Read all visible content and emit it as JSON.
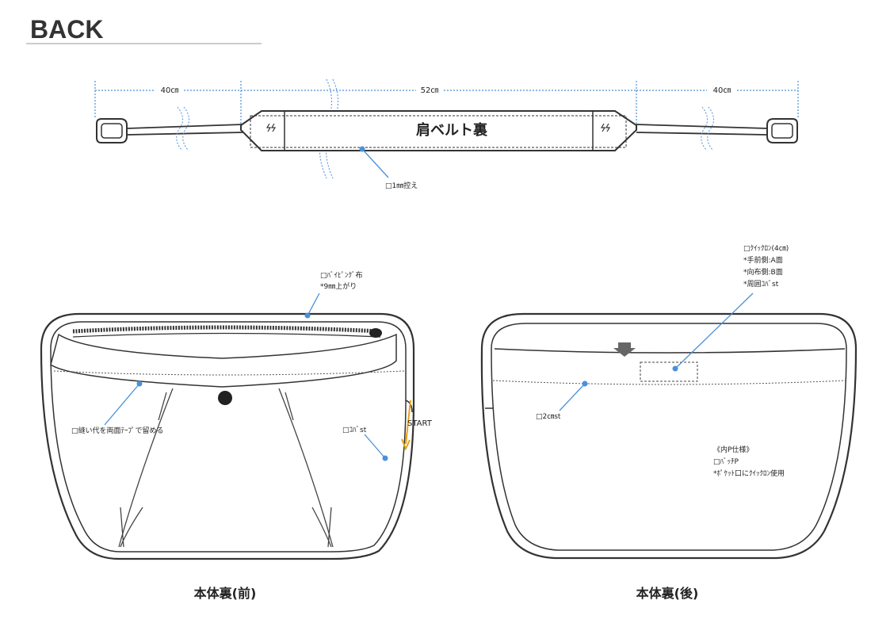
{
  "header": {
    "title": "BACK"
  },
  "strap": {
    "left_length": "40㎝",
    "center_length": "52㎝",
    "right_length": "40㎝",
    "belt_label": "肩ベルト裏",
    "note": "□1㎜控え"
  },
  "front_view": {
    "caption": "本体裏(前)",
    "piping_note": "□ﾊﾞｲﾋﾟﾝｸﾞ布",
    "piping_finish": "*9㎜上がり",
    "seam_note": "□縫い代を両面ﾃｰﾌﾟで留める",
    "edge_note": "□ｺﾊﾞst",
    "start_label": "START"
  },
  "back_view": {
    "caption": "本体裏(後)",
    "velcro_note": "□ｸｲｯｸﾛﾝ(4㎝)",
    "velcro_detail_1": "*手前側:A面",
    "velcro_detail_2": "*向布側:B面",
    "velcro_detail_3": "*周囲ｺﾊﾞst",
    "stitch_note": "□2㎝st",
    "spec_title": "《内P仕様》",
    "spec_item": "□ﾊﾞｯﾁP",
    "spec_detail": "*ﾎﾟｹｯﾄ口にｸｲｯｸﾛﾝ使用"
  },
  "colors": {
    "line": "#333333",
    "dimension": "#4a90d9",
    "callout_dot": "#4a90d9",
    "start_arrow": "#e8a317",
    "divider": "#bbbbbb"
  },
  "icons": [
    "callout-dot",
    "start-arrow",
    "down-arrow-icon",
    "snap-button"
  ]
}
